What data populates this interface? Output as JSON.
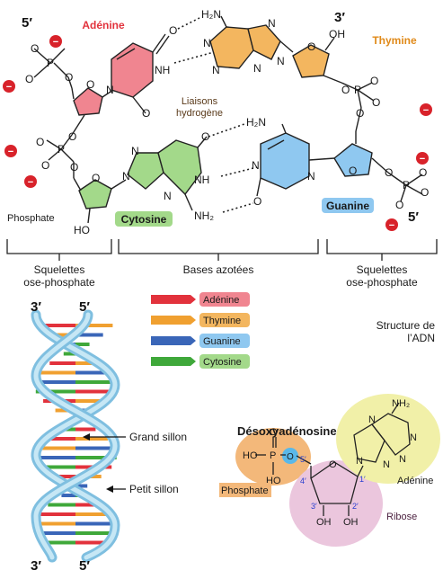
{
  "colors": {
    "adenine": "#f08590",
    "thymine": "#f3b65f",
    "guanine": "#8fc8f0",
    "cytosine": "#a3d98a",
    "sugar_red": "#f08590",
    "sugar_orange": "#f3b65f",
    "sugar_green": "#a3d98a",
    "sugar_blue": "#8fc8f0",
    "charge": "#d8222a",
    "helix": "#9fd3ea"
  },
  "top": {
    "prime_5_top": "5′",
    "prime_3_top": "3′",
    "prime_5_bottom": "5′",
    "label_adenine": "Adénine",
    "label_thymine": "Thymine",
    "label_cytosine": "Cytosine",
    "label_guanine": "Guanine",
    "label_phosphate": "Phosphate",
    "hbond_line1": "Liaisons",
    "hbond_line2": "hydrogène",
    "atoms": {
      "O": "O",
      "P": "P",
      "N": "N",
      "NH": "NH",
      "H2N": "H₂N",
      "NH2": "NH₂",
      "HO": "HO",
      "OH": "OH",
      "minus": "−"
    }
  },
  "brackets": {
    "left_line1": "Squelettes",
    "left_line2": "ose-phosphate",
    "middle": "Bases azotées",
    "right_line1": "Squelettes",
    "right_line2": "ose-phosphate"
  },
  "helix": {
    "prime_3_top": "3′",
    "prime_5_top": "5′",
    "prime_3_bottom": "3′",
    "prime_5_bottom": "5′",
    "major_groove": "Grand sillon",
    "minor_groove": "Petit sillon"
  },
  "legend": {
    "items": [
      {
        "label": "Adénine",
        "color": "#e2323c",
        "bg": "#f08590"
      },
      {
        "label": "Thymine",
        "color": "#f0a030",
        "bg": "#f3b65f"
      },
      {
        "label": "Guanine",
        "color": "#3a66b8",
        "bg": "#8fc8f0"
      },
      {
        "label": "Cytosine",
        "color": "#3fa83a",
        "bg": "#a3d98a"
      }
    ]
  },
  "structure_title": {
    "line1": "Structure de",
    "line2": "l’ADN"
  },
  "nucleoside": {
    "title": "Désoxyadénosine",
    "phosphate": "Phosphate",
    "adenine": "Adénine",
    "ribose": "Ribose",
    "nh2": "NH₂",
    "ho": "HO",
    "oh": "OH",
    "p": "P",
    "o": "O",
    "n": "N",
    "c1": "1′",
    "c2": "2′",
    "c3": "3′",
    "c4": "4′",
    "c5": "5′"
  }
}
